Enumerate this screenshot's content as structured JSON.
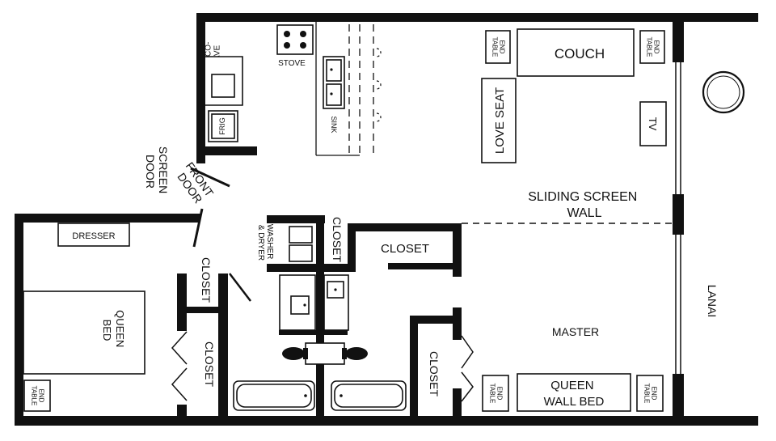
{
  "labels": {
    "microwave": "MIRCO-\nWAVE",
    "stove": "STOVE",
    "frig": "FRIG",
    "sink": "SINK",
    "end_table": "END\nTABLE",
    "couch": "COUCH",
    "love_seat": "LOVE SEAT",
    "tv": "TV",
    "screen_door": "SCREEN\nDOOR",
    "front_door": "FRONT\nDOOR",
    "sliding_screen_wall": "SLIDING SCREEN\nWALL",
    "dresser": "DRESSER",
    "washer_dryer": "WASHER\n& DRYER",
    "closet": "CLOSET",
    "queen_bed": "QUEEN\nBED",
    "master": "MASTER",
    "queen_wall_bed": "QUEEN\nWALL BED",
    "lanai": "LANAI"
  }
}
